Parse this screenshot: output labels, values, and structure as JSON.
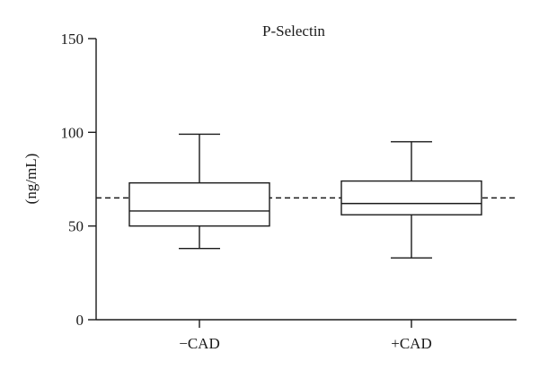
{
  "chart_data": {
    "type": "boxplot",
    "title": "P-Selectin",
    "xlabel": "",
    "ylabel": "(ng/mL)",
    "ylim": [
      0,
      150
    ],
    "y_ticks": [
      0,
      50,
      100,
      150
    ],
    "y_tick_labels": [
      "0",
      "50",
      "100",
      "150"
    ],
    "grid": false,
    "reference_line": {
      "y": 65,
      "style": "dashed"
    },
    "categories": [
      "−CAD",
      "+CAD"
    ],
    "boxes": [
      {
        "category": "−CAD",
        "min": 38,
        "q1": 50,
        "median": 58,
        "q3": 73,
        "max": 99
      },
      {
        "category": "+CAD",
        "min": 33,
        "q1": 56,
        "median": 62,
        "q3": 74,
        "max": 95
      }
    ]
  }
}
